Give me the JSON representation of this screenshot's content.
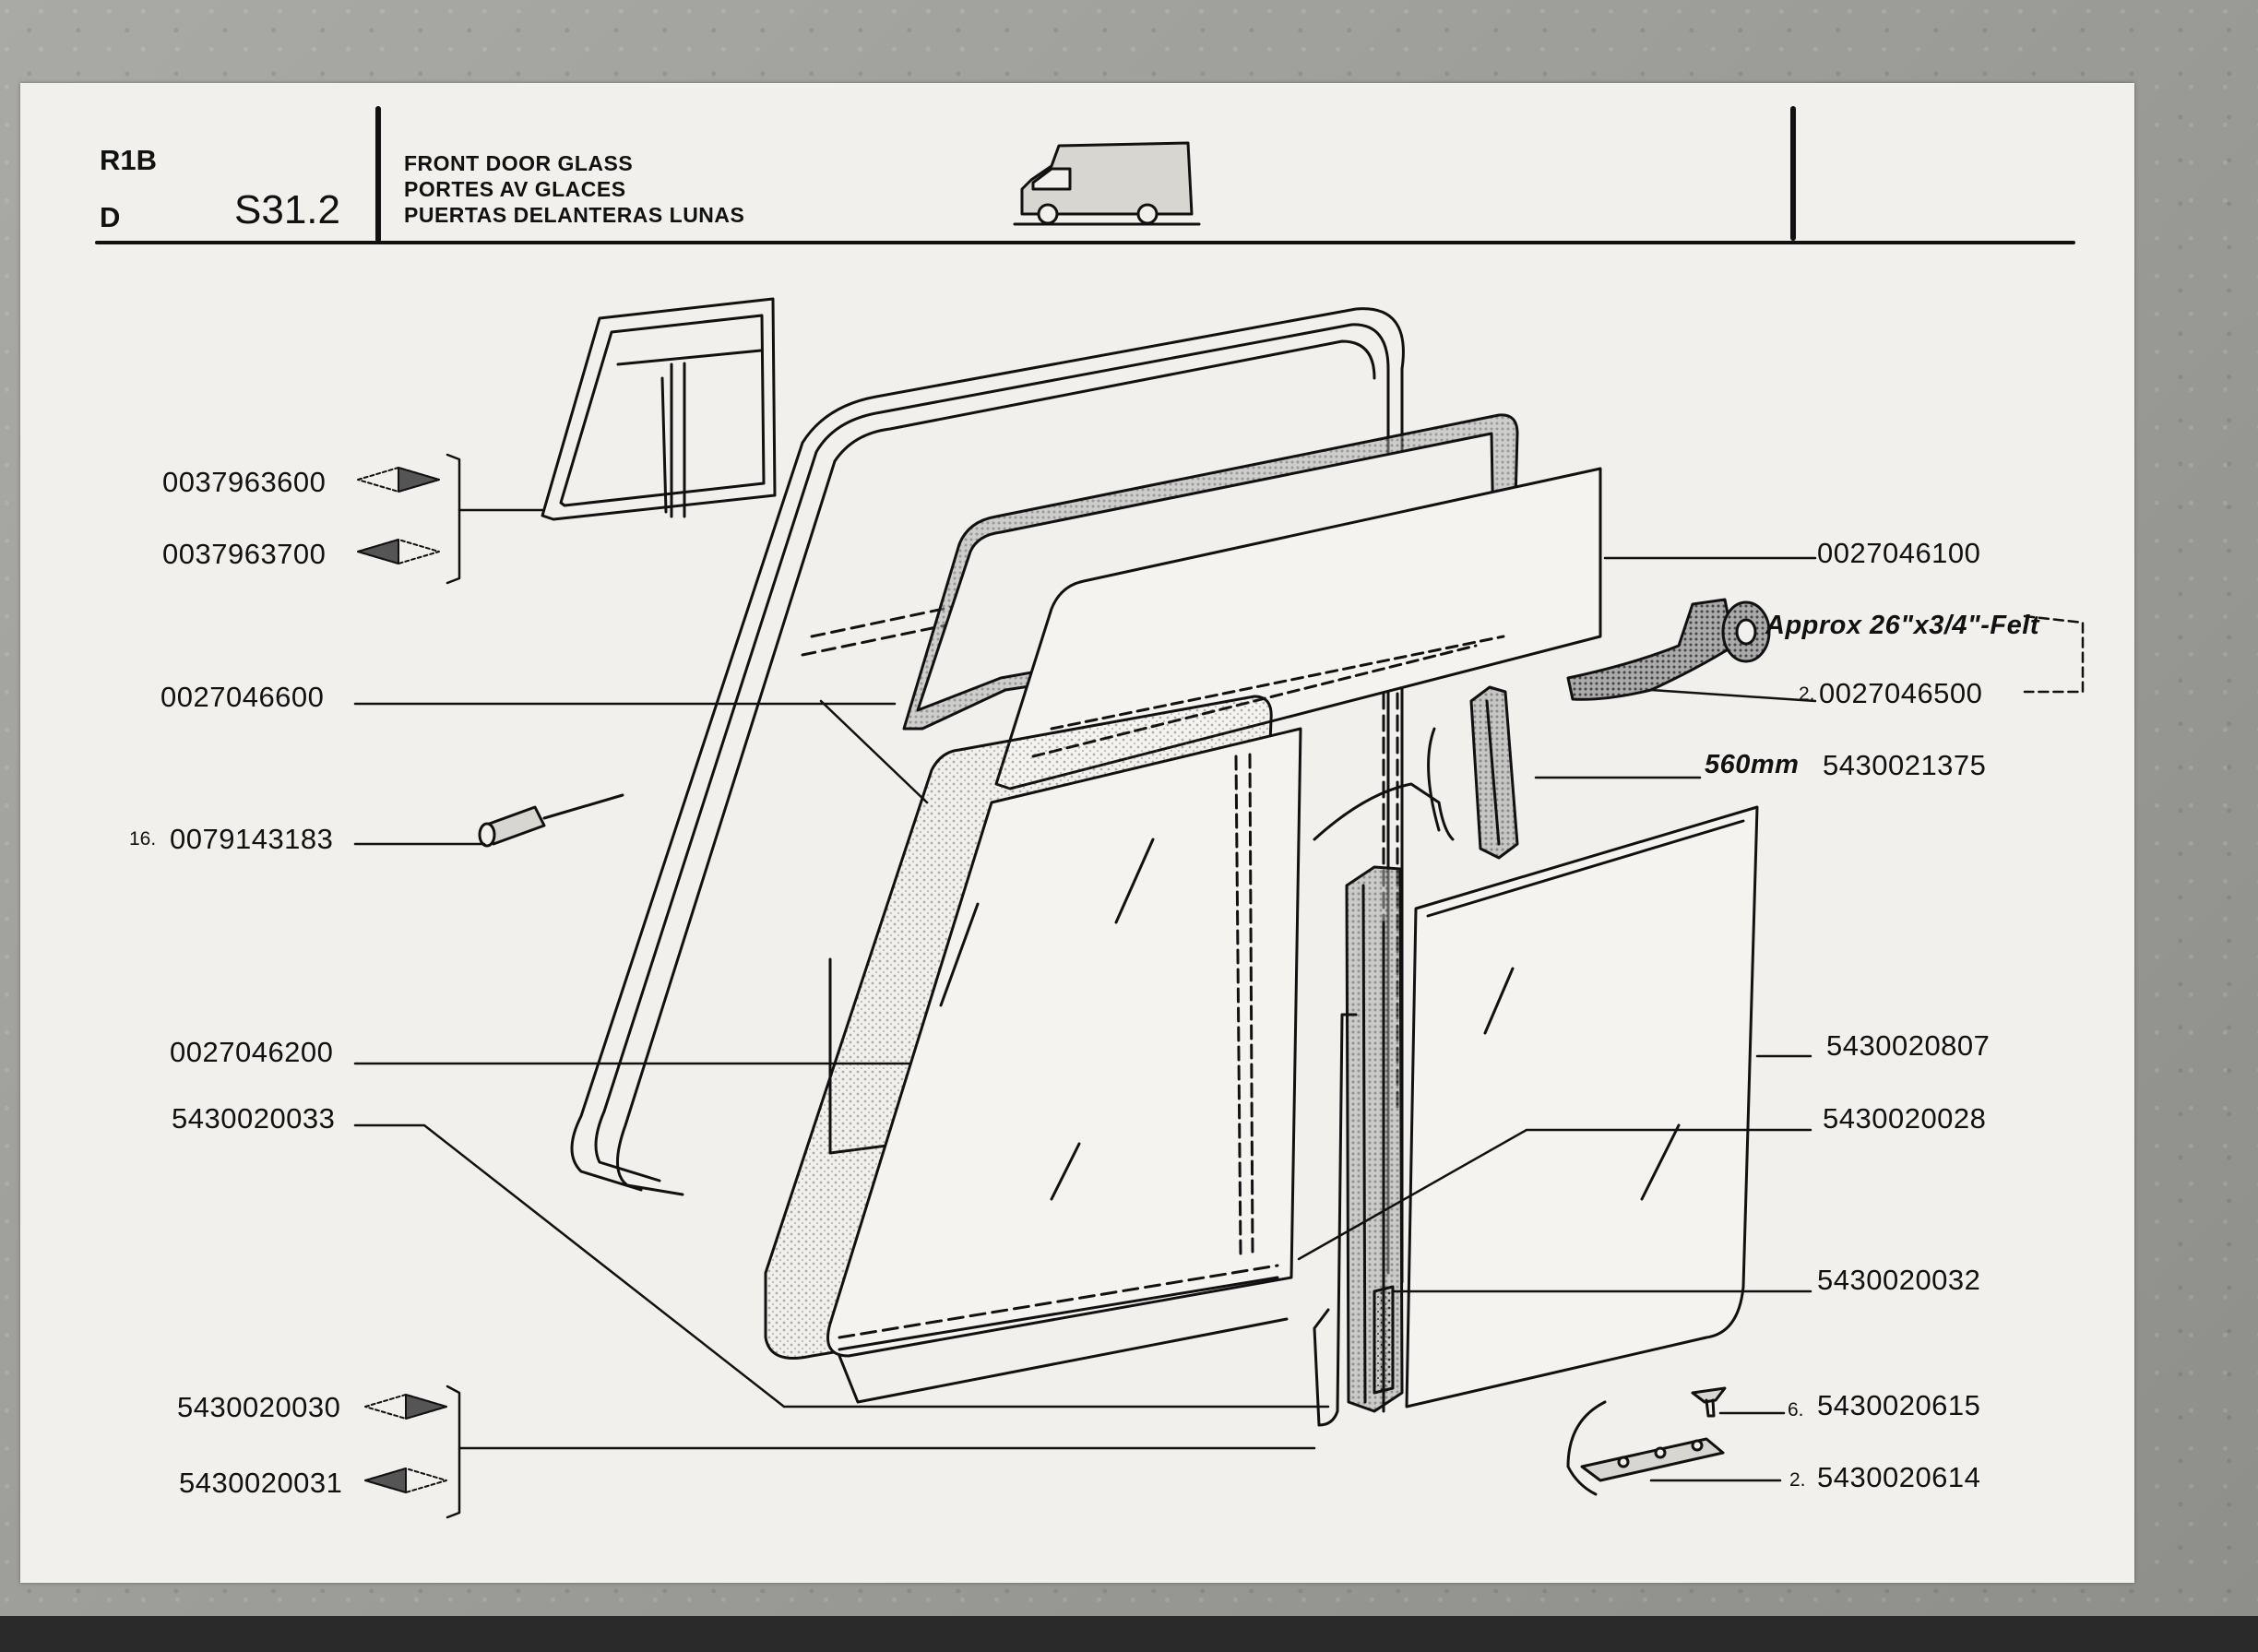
{
  "header": {
    "model": "R1B",
    "variant": "D",
    "section_code": "S31.2",
    "title_en": "FRONT DOOR GLASS",
    "title_fr": "PORTES AV GLACES",
    "title_es": "PUERTAS DELANTERAS LUNAS",
    "vehicle_icon": "van-icon"
  },
  "parts": {
    "p_0037963600": "0037963600",
    "p_0037963700": "0037963700",
    "p_0027046600": "0027046600",
    "p_0079143183_qty": "16.",
    "p_0079143183": "0079143183",
    "p_0027046200": "0027046200",
    "p_5430020033": "5430020033",
    "p_5430020030": "5430020030",
    "p_5430020031": "5430020031",
    "p_0027046100": "0027046100",
    "felt_note": "Approx 26\"x",
    "felt_note_frac": "3/4\"-Felt",
    "p_0027046500_qty": "2.",
    "p_0027046500": "0027046500",
    "p_5430021375_prefix": "560mm",
    "p_5430021375": "5430021375",
    "p_5430020807": "5430020807",
    "p_5430020028": "5430020028",
    "p_5430020032": "5430020032",
    "p_5430020615_qty": "6.",
    "p_5430020615": "5430020615",
    "p_5430020614_qty": "2.",
    "p_5430020614": "5430020614"
  },
  "icons": [
    "van-icon",
    "triangle-right-icon",
    "triangle-left-icon"
  ]
}
